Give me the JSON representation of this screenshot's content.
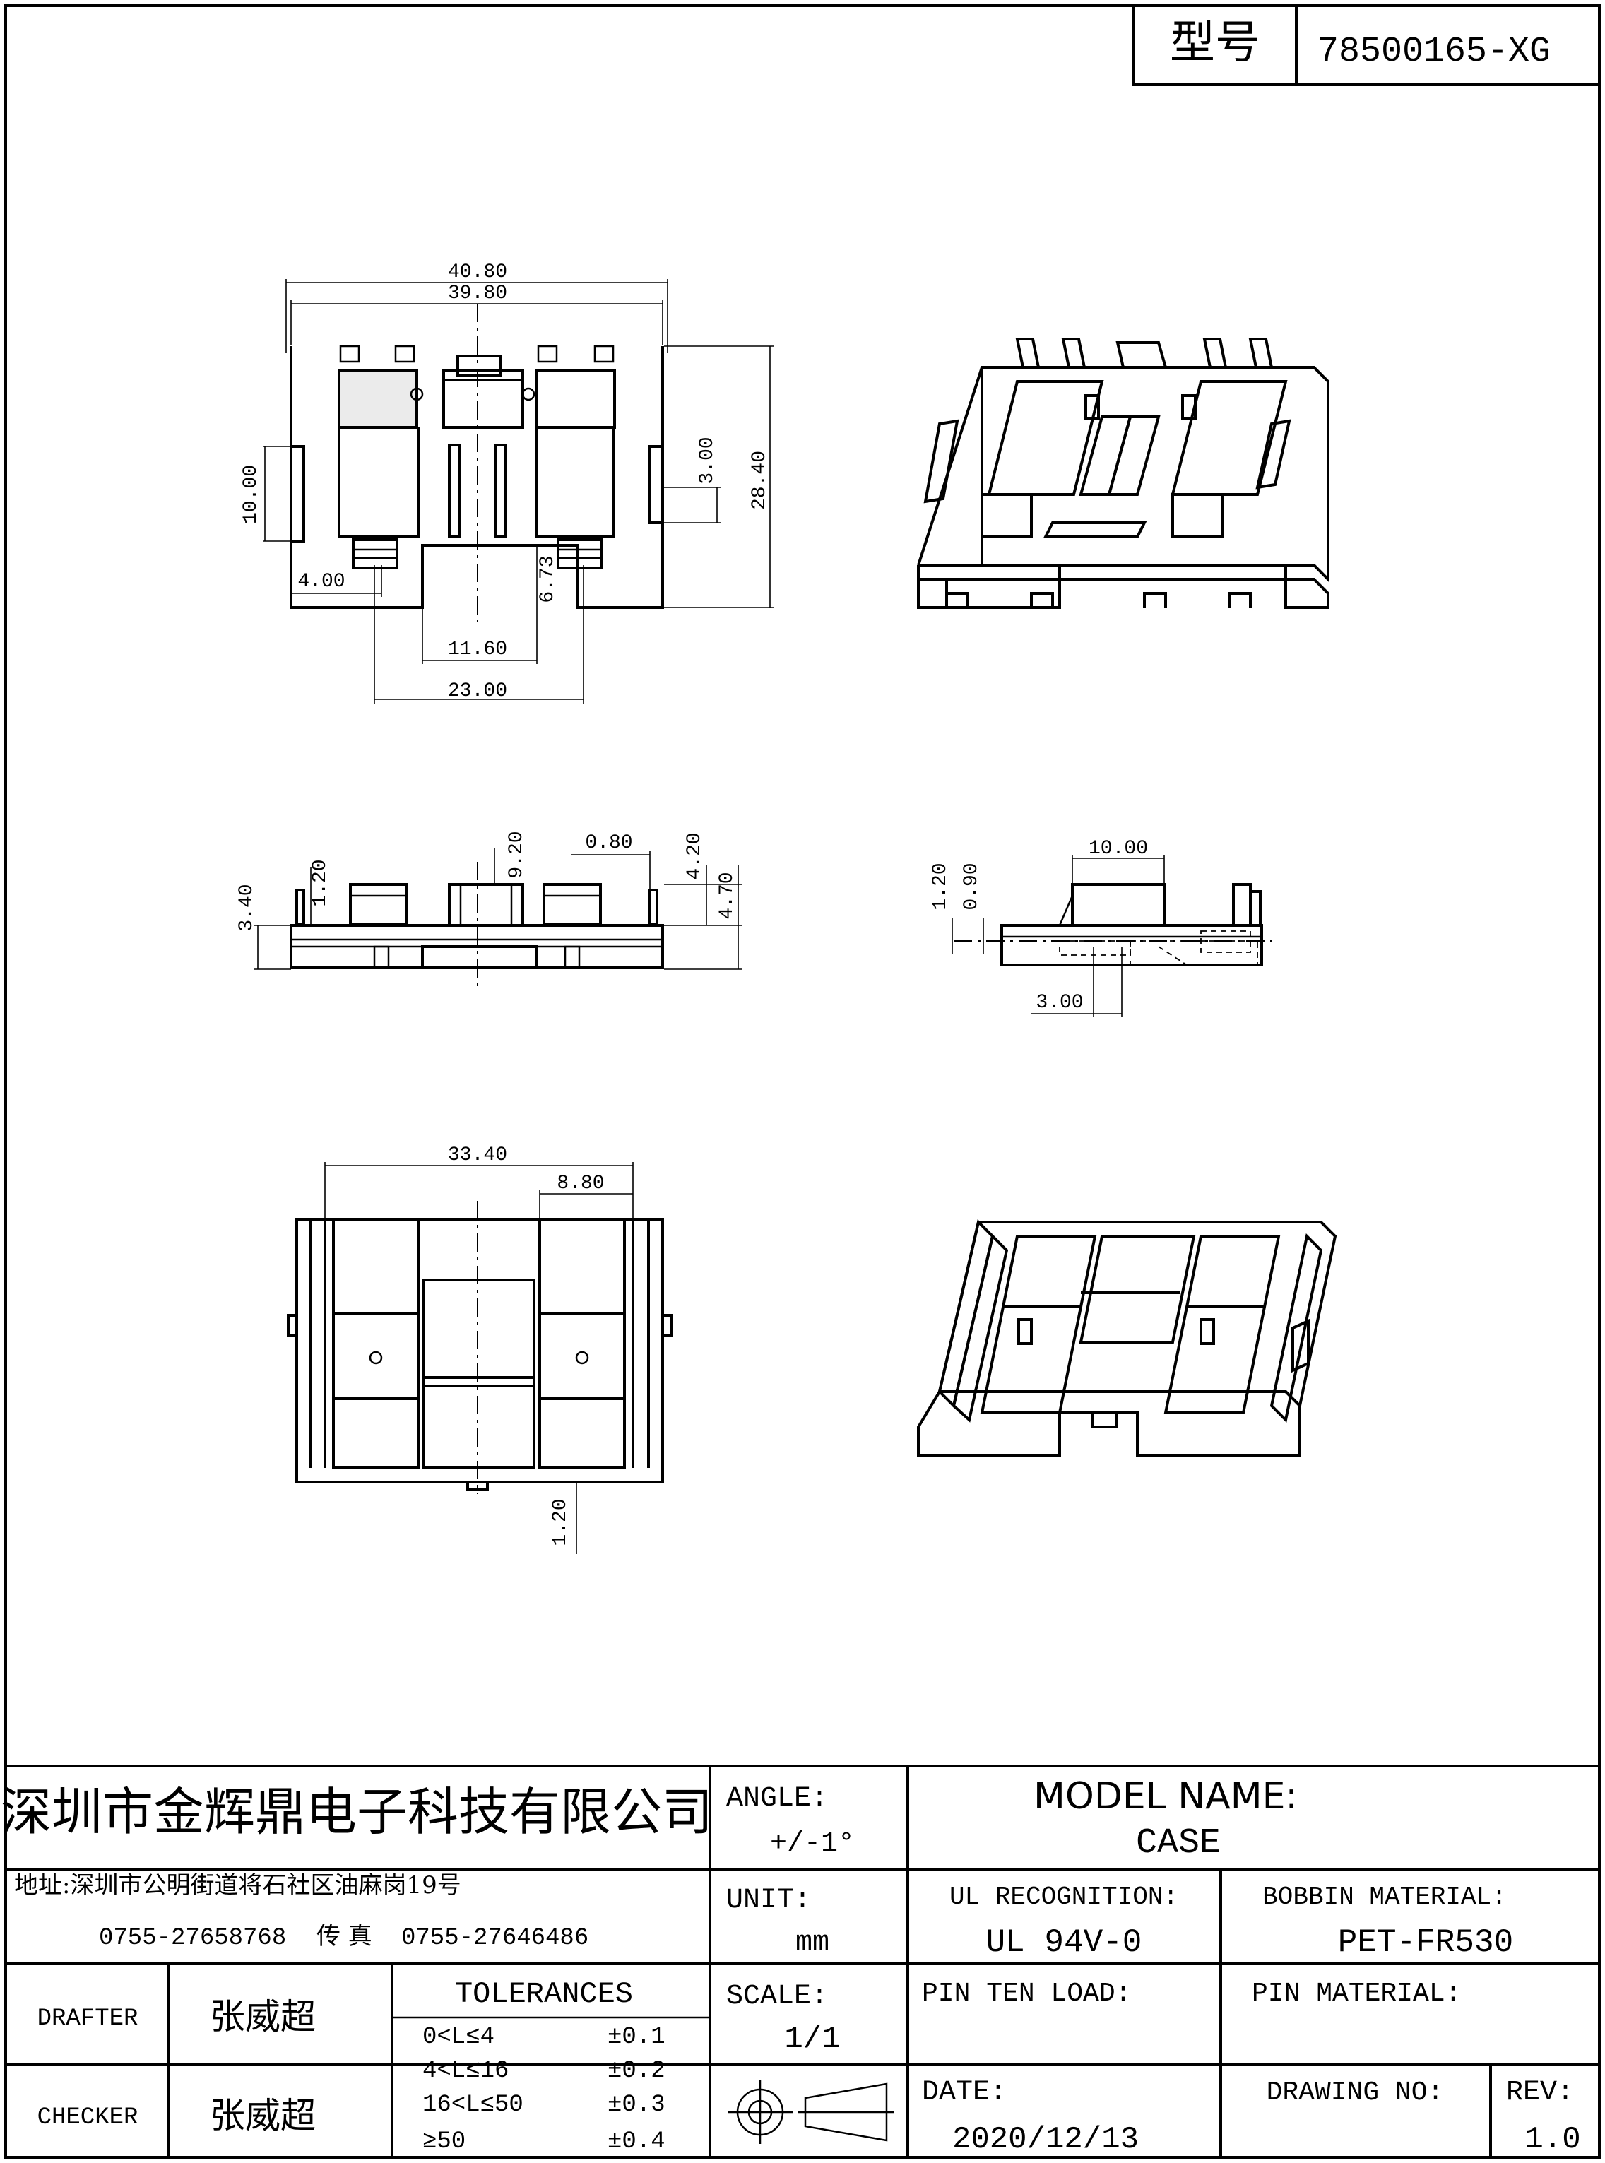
{
  "model_box": {
    "label": "型号",
    "value": "78500165-XG"
  },
  "dimensions": {
    "top_view": [
      "40.80",
      "39.80",
      "28.40",
      "10.00",
      "3.00",
      "4.00",
      "6.73",
      "11.60",
      "23.00"
    ],
    "front_view": [
      "3.40",
      "1.20",
      "9.20",
      "0.80",
      "4.20",
      "4.70"
    ],
    "side_view": [
      "1.20",
      "0.90",
      "10.00",
      "3.00"
    ],
    "bottom_view": [
      "33.40",
      "8.80",
      "1.20"
    ]
  },
  "title_block": {
    "company": "深圳市金辉鼎电子科技有限公司",
    "address": "地址:深圳市公明街道将石社区油麻岗19号",
    "phone": "0755-27658768",
    "fax_label": "传 真",
    "fax": "0755-27646486",
    "angle_label": "ANGLE:",
    "angle_value": "+/-1°",
    "model_name_label": "MODEL NAME:",
    "model_name_value": "CASE",
    "unit_label": "UNIT:",
    "unit_value": "mm",
    "ul_label": "UL RECOGNITION:",
    "ul_value": "UL 94V-0",
    "bobbin_label": "BOBBIN MATERIAL:",
    "bobbin_value": "PET-FR530",
    "drafter_label": "DRAFTER",
    "drafter_name": "张威超",
    "checker_label": "CHECKER",
    "checker_name": "张威超",
    "tolerances_label": "TOLERANCES",
    "tolerances": [
      {
        "range": "0<L≤4",
        "value": "±0.1"
      },
      {
        "range": "4<L≤16",
        "value": "±0.2"
      },
      {
        "range": "16<L≤50",
        "value": "±0.3"
      },
      {
        "range": "≥50",
        "value": "±0.4"
      }
    ],
    "scale_label": "SCALE:",
    "scale_value": "1/1",
    "pin_ten_load_label": "PIN TEN LOAD:",
    "pin_material_label": "PIN MATERIAL:",
    "date_label": "DATE:",
    "date_value": "2020/12/13",
    "drawing_no_label": "DRAWING NO:",
    "rev_label": "REV:",
    "rev_value": "1.0"
  }
}
